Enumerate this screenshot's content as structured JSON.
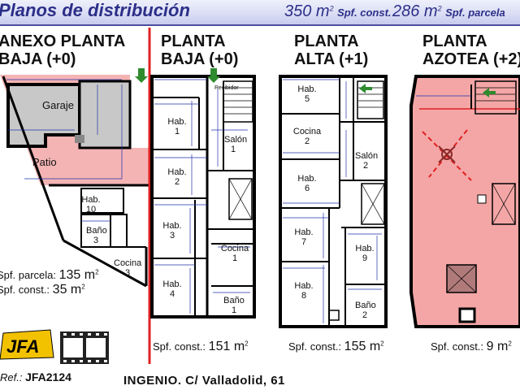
{
  "header": {
    "title": "Planos de distribución",
    "area_built_value": "350 m",
    "area_built_sup": "2",
    "area_built_label": "Spf. const.",
    "area_plot_value": "286 m",
    "area_plot_sup": "2",
    "area_plot_label": "Spf. parcela"
  },
  "plans": {
    "anexo": {
      "title_line1": "ANEXO PLANTA",
      "title_line2": "BAJA (+0)",
      "rooms": {
        "garage": "Garaje",
        "patio": "Patio",
        "hab10": "Hab. 10",
        "bano3": "Baño 3",
        "cocina3": "Cocina 3"
      },
      "parcela_label": "Spf. parcela:",
      "parcela_value": "135 m",
      "parcela_sup": "2",
      "const_label": "Spf. const.:",
      "const_value": "35 m",
      "const_sup": "2"
    },
    "baja": {
      "title_line1": "PLANTA",
      "title_line2": "BAJA (+0)",
      "rooms": {
        "recibidor": "Recibidor",
        "hab1": "Hab. 1",
        "hab2": "Hab. 2",
        "hab3": "Hab. 3",
        "hab4": "Hab. 4",
        "salon1": "Salón 1",
        "cocina1": "Cocina 1",
        "bano1": "Baño 1"
      },
      "const_label": "Spf. const.:",
      "const_value": "151 m",
      "const_sup": "2"
    },
    "alta": {
      "title_line1": "PLANTA",
      "title_line2": "ALTA (+1)",
      "rooms": {
        "hab5": "Hab. 5",
        "cocina2": "Cocina 2",
        "hab6": "Hab. 6",
        "hab7": "Hab. 7",
        "hab8": "Hab. 8",
        "salon2": "Salón 2",
        "hab9": "Hab. 9",
        "bano2": "Baño 2"
      },
      "const_label": "Spf. const.:",
      "const_value": "155 m",
      "const_sup": "2"
    },
    "azotea": {
      "title_line1": "PLANTA",
      "title_line2": "AZOTEA (+2)",
      "const_label": "Spf. const.:",
      "const_value": "9 m",
      "const_sup": "2"
    }
  },
  "logo": {
    "text": "JFA"
  },
  "reference": {
    "label": "Ref.:",
    "value": "JFA2124"
  },
  "address": "INGENIO. C/ Valladolid, 61",
  "colors": {
    "accent": "#2c2f88",
    "pink": "#f4a6a6",
    "red_line": "#e02020",
    "blue_dim": "#2233aa",
    "green_arrow": "#2e8b2e"
  }
}
